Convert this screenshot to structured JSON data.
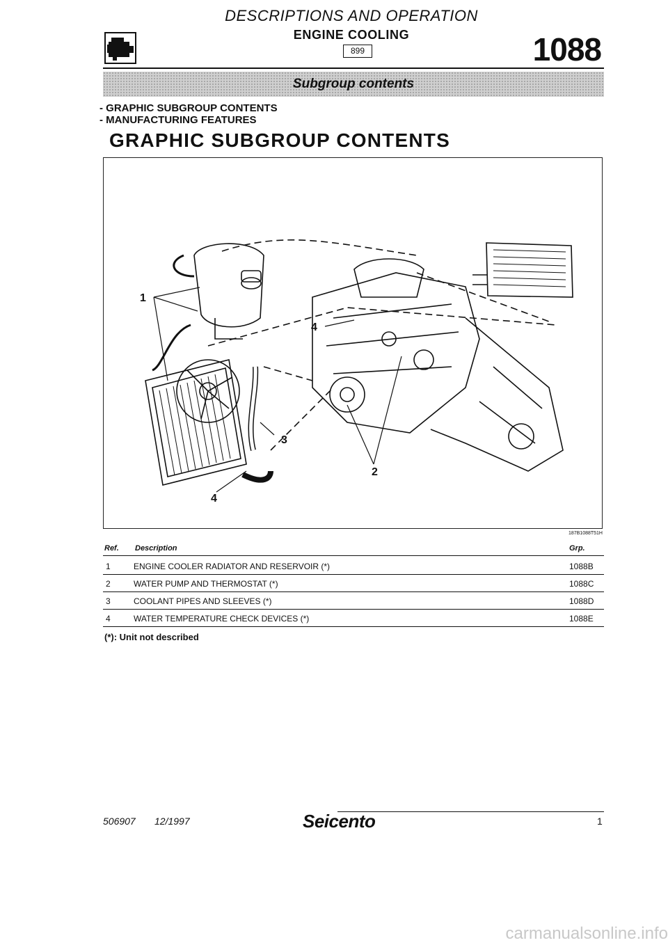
{
  "header": {
    "supertitle": "DESCRIPTIONS AND OPERATION",
    "section": "ENGINE COOLING",
    "model_code": "899",
    "group_number": "1088",
    "icon": "engine-section-icon"
  },
  "banner": {
    "label": "Subgroup contents"
  },
  "contents_list": [
    "- GRAPHIC SUBGROUP CONTENTS",
    "- MANUFACTURING FEATURES"
  ],
  "main_title": "GRAPHIC SUBGROUP CONTENTS",
  "figure": {
    "callouts": [
      "1",
      "4",
      "3",
      "2",
      "4"
    ],
    "figure_code": "187B1088T51H"
  },
  "table": {
    "headers": {
      "ref": "Ref.",
      "description": "Description",
      "group": "Grp."
    },
    "rows": [
      {
        "ref": "1",
        "description": "ENGINE COOLER RADIATOR AND RESERVOIR (*)",
        "group": "1088B"
      },
      {
        "ref": "2",
        "description": "WATER PUMP AND THERMOSTAT (*)",
        "group": "1088C"
      },
      {
        "ref": "3",
        "description": "COOLANT PIPES AND SLEEVES (*)",
        "group": "1088D"
      },
      {
        "ref": "4",
        "description": "WATER TEMPERATURE CHECK DEVICES (*)",
        "group": "1088E"
      }
    ],
    "note": "(*): Unit not described"
  },
  "footer": {
    "doc_number": "506907",
    "date": "12/1997",
    "brand": "Seicento",
    "page": "1"
  },
  "watermark": "carmanualsonline.info"
}
